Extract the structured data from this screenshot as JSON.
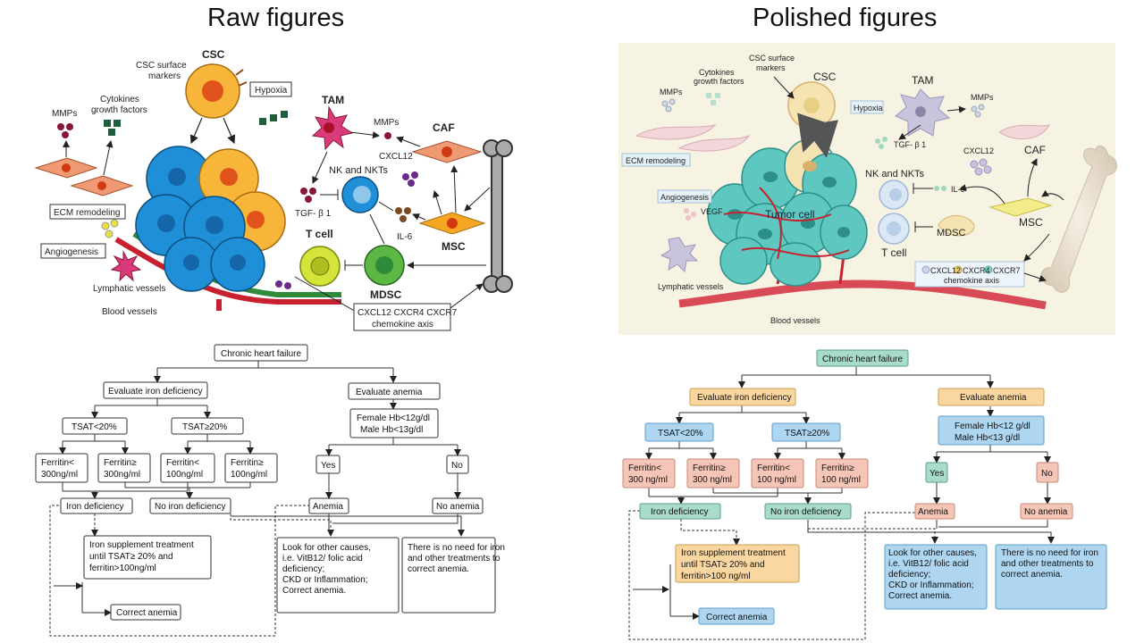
{
  "headings": {
    "raw": "Raw figures",
    "polished": "Polished figures"
  },
  "tumor": {
    "csc": "CSC",
    "csc_markers": [
      "CSC surface",
      "markers"
    ],
    "cytokines": [
      "Cytokines",
      "growth factors"
    ],
    "mmps": "MMPs",
    "hypoxia": "Hypoxia",
    "tam": "TAM",
    "caf": "CAF",
    "cxcl12": "CXCL12",
    "nk": "NK and NKTs",
    "tgf": "TGF- β 1",
    "il6": "IL-6",
    "msc": "MSC",
    "t_cell": "T cell",
    "mdsc": "MDSC",
    "ecm": "ECM remodeling",
    "angiogenesis": "Angiogenesis",
    "lymphatic": "Lymphatic vessels",
    "blood": "Blood vessels",
    "axis_raw": "CXCL12  CXCR4  CXCR7",
    "axis_label": "chemokine axis",
    "axis_items": [
      "CXCL12",
      "CXCR4",
      "CXCR7"
    ],
    "vegf": "VEGF",
    "tumor_cell": "Tumor cell"
  },
  "flow": {
    "root": "Chronic heart failure",
    "eval_iron": "Evaluate iron deficiency",
    "eval_anemia": "Evaluate anemia",
    "tsat_low": "TSAT<20%",
    "tsat_high": "TSAT≥20%",
    "hb_raw": [
      "Female Hb<12g/dl",
      "Male  Hb<13g/dl"
    ],
    "hb_pol": [
      "Female Hb<12 g/dl",
      "Male  Hb<13 g/dl"
    ],
    "f1_raw": [
      "Ferritin<",
      "300ng/ml"
    ],
    "f2_raw": [
      "Ferritin≥",
      "300ng/ml"
    ],
    "f3_raw": [
      "Ferritin<",
      "100ng/ml"
    ],
    "f4_raw": [
      "Ferritin≥",
      "100ng/ml"
    ],
    "f1_pol": [
      "Ferritin<",
      "300 ng/ml"
    ],
    "f2_pol": [
      "Ferritin≥",
      "300 ng/ml"
    ],
    "f3_pol": [
      "Ferritin<",
      "100 ng/ml"
    ],
    "f4_pol": [
      "Ferritin≥",
      "100 ng/ml"
    ],
    "yes": "Yes",
    "no": "No",
    "iron_def": "Iron deficiency",
    "no_iron_def": "No iron deficiency",
    "anemia": "Anemia",
    "no_anemia": "No anemia",
    "supp_raw": [
      "Iron supplement treatment",
      "until TSAT≥ 20% and",
      "ferritin>100ng/ml"
    ],
    "supp_pol": [
      "Iron supplement treatment",
      "until TSAT≥ 20% and",
      "ferritin>100 ng/ml"
    ],
    "other_raw": [
      "Look for other causes,",
      "i.e. VitB12/ folic acid",
      "deficiency;",
      "CKD or Inflammation;",
      "Correct anemia."
    ],
    "other_pol": [
      "Look for other causes,",
      "i.e. VitB12/ folic acid",
      "deficiency;",
      "CKD or Inflammation;",
      "Correct anemia."
    ],
    "noneed": [
      "There is no need for iron",
      "and other treatments to",
      "correct anemia."
    ],
    "correct": "Correct anemia"
  },
  "colors": {
    "csc": "#f7b53a",
    "tumor_raw": "#1f8fd8",
    "tumor_pol": "#5ec8c0",
    "vessel": "#c9202f",
    "lymph": "#2e8b3a",
    "tam": "#d93a7a",
    "caf": "#ef9a72",
    "msc": "#f5a623",
    "tcell": "#d5e43a",
    "mdsc": "#5cb745",
    "flow_green": "#a8dcc8",
    "flow_orange": "#fad7a0",
    "flow_blue": "#aed6f1",
    "flow_salmon": "#f5c6b8"
  }
}
